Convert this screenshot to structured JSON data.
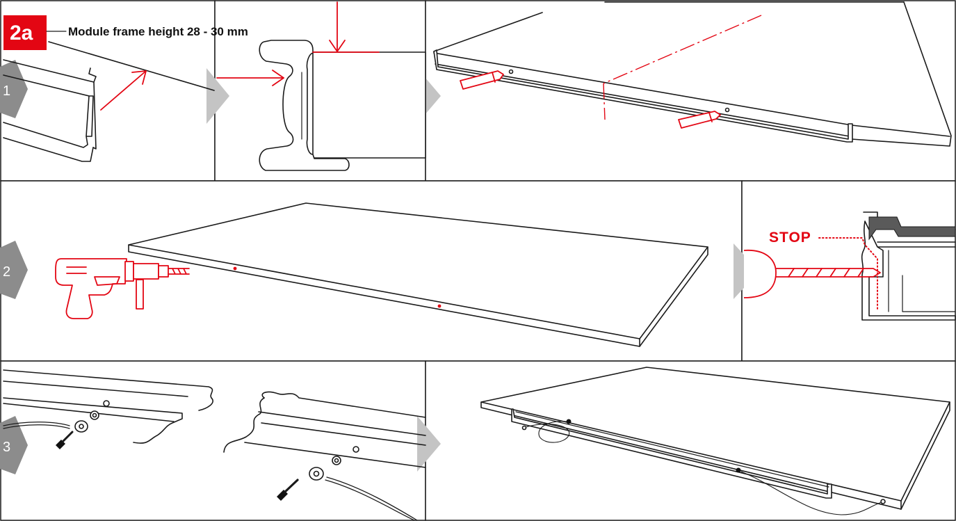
{
  "badge": {
    "text": "2a",
    "color": "#e30613"
  },
  "title": "Module frame height 28 - 30 mm",
  "steps": [
    {
      "number": "1"
    },
    {
      "number": "2"
    },
    {
      "number": "3"
    }
  ],
  "stop_label": "STOP",
  "colors": {
    "accent": "#e30613",
    "line": "#1a1a1a",
    "marker": "#8c8c8c",
    "panel_bg": "#ffffff"
  },
  "icons": [
    "rail-profile-icon",
    "arrow-icon",
    "pencil-icon",
    "drill-icon",
    "screw-icon",
    "washer-icon",
    "grounding-cable-icon"
  ]
}
